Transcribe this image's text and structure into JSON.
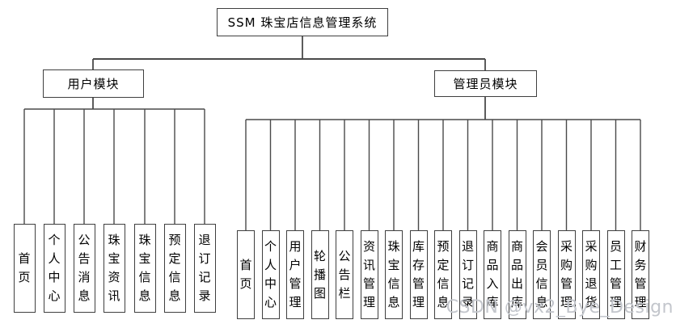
{
  "diagram": {
    "title": "SSM 珠宝店信息管理系统",
    "modules": [
      {
        "id": "user",
        "label": "用户模块",
        "items": [
          "首页",
          "个人中心",
          "公告消息",
          "珠宝资讯",
          "珠宝信息",
          "预定信息",
          "退订记录"
        ]
      },
      {
        "id": "admin",
        "label": "管理员模块",
        "items": [
          "首页",
          "个人中心",
          "用户管理",
          "轮播图",
          "公告栏",
          "资讯管理",
          "珠宝信息",
          "库存管理",
          "预定信息",
          "退订记录",
          "商品入库",
          "商品出库",
          "会员信息",
          "采购管理",
          "采购退货",
          "员工管理",
          "财务管理"
        ]
      }
    ],
    "watermark": "CSDN @vx2_Bye_Design",
    "colors": {
      "line": "#4a4a4a",
      "box_border": "#3f3f3f",
      "text": "#000000",
      "background": "#ffffff",
      "watermark": "#c3c6cc"
    }
  }
}
